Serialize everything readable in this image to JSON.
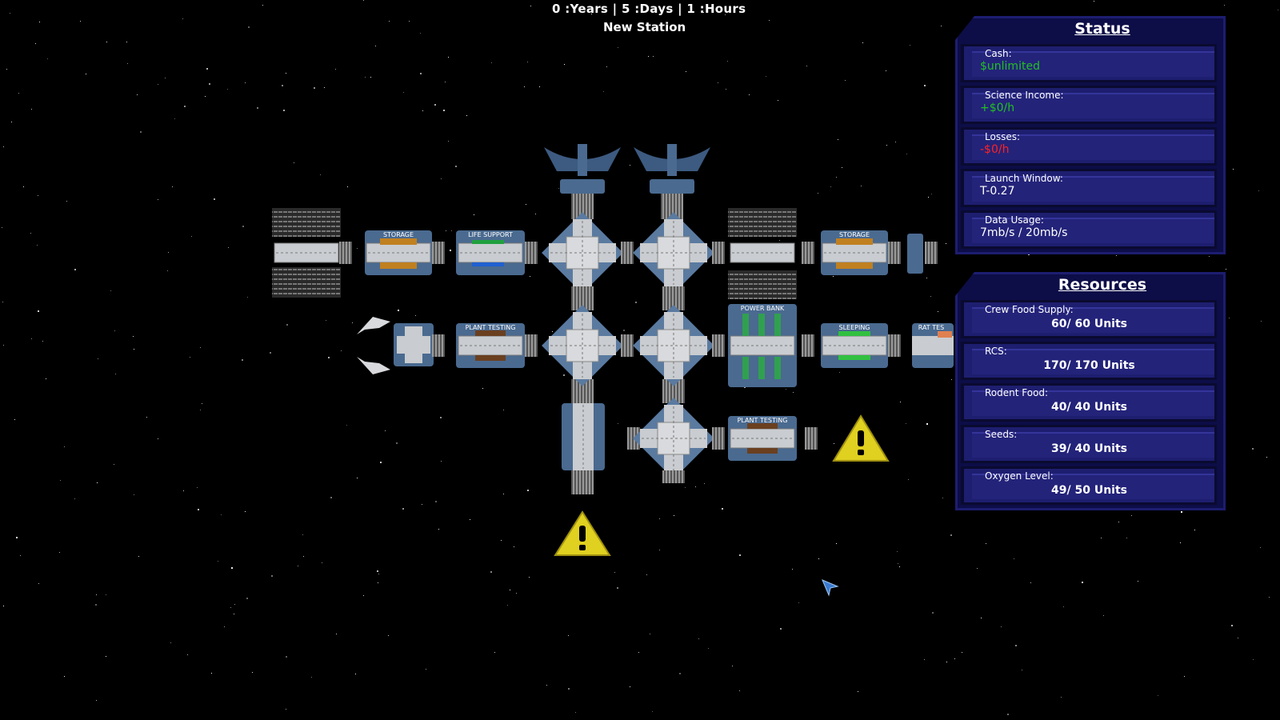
{
  "hud": {
    "time": "0 :Years | 5 :Days | 1 :Hours",
    "station_name": "New Station"
  },
  "status": {
    "title": "Status",
    "rows": [
      {
        "label": "Cash:",
        "value": "$unlimited",
        "color": "#22c022"
      },
      {
        "label": "Science Income:",
        "value": "+$0/h",
        "color": "#22c022"
      },
      {
        "label": "Losses:",
        "value": "-$0/h",
        "color": "#ff2222"
      },
      {
        "label": "Launch Window:",
        "value": "T-0.27",
        "color": "#ffffff"
      },
      {
        "label": "Data Usage:",
        "value": "7mb/s / 20mb/s",
        "color": "#ffffff"
      }
    ]
  },
  "resources": {
    "title": "Resources",
    "rows": [
      {
        "label": "Crew Food Supply:",
        "value": "60/ 60 Units"
      },
      {
        "label": "RCS:",
        "value": "170/ 170 Units"
      },
      {
        "label": "Rodent Food:",
        "value": "40/ 40 Units"
      },
      {
        "label": "Seeds:",
        "value": "39/ 40 Units"
      },
      {
        "label": "Oxygen Level:",
        "value": "49/ 50 Units"
      }
    ]
  },
  "modules": {
    "storage": "STORAGE",
    "life_support": "LIFE SUPPORT",
    "plant_testing": "PLANT TESTING",
    "power_bank": "POWER BANK",
    "sleeping": "SLEEPING",
    "rat_testing": "RAT TES"
  },
  "icons": {
    "warning": "warning-icon",
    "cursor": "cursor-icon"
  },
  "colors": {
    "panel_bg": "#0d0d48",
    "row_bg": "#1e1e70",
    "hull": "#bfc3c8",
    "module_frame": "#4a6a90"
  }
}
